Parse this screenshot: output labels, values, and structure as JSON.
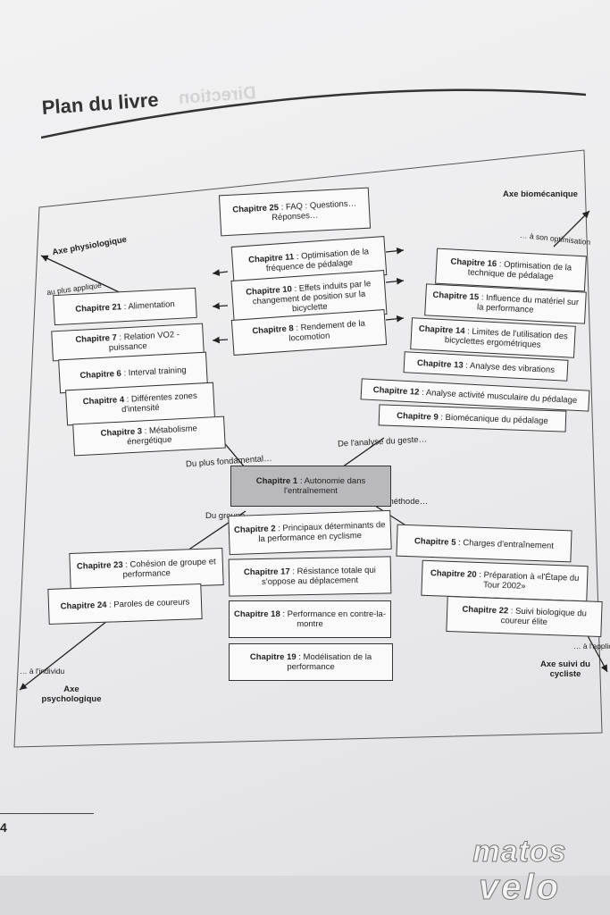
{
  "page_title": "Plan du livre",
  "ghost_title": "Direction",
  "page_number": "4",
  "axes": {
    "physio": "Axe physiologique",
    "physio_note": "au plus appliqué",
    "biomeca": "Axe biomécanique",
    "biomeca_note": "… à son optimisation",
    "psycho": "Axe psychologique",
    "psycho_note": "… à l'individu",
    "suivi": "Axe suivi du cycliste",
    "suivi_note": "… à l'applique"
  },
  "connectors": {
    "fondamental": "Du plus fondamental…",
    "geste": "De l'analyse du geste…",
    "groupe": "Du groupe…",
    "methode": "De la méthode…"
  },
  "chapters": {
    "c25": {
      "num": "Chapitre 25",
      "title": " : FAQ : Questions… Réponses…"
    },
    "c11": {
      "num": "Chapitre 11",
      "title": " : Optimisation de la fréquence de pédalage"
    },
    "c10": {
      "num": "Chapitre 10",
      "title": " : Effets induits par le changement de position sur la bicyclette"
    },
    "c8": {
      "num": "Chapitre 8",
      "title": " : Rendement de la locomotion"
    },
    "c21": {
      "num": "Chapitre 21",
      "title": " : Alimentation"
    },
    "c7": {
      "num": "Chapitre 7",
      "title": " : Relation VO2 - puissance"
    },
    "c6": {
      "num": "Chapitre 6",
      "title": " : Interval training"
    },
    "c4": {
      "num": "Chapitre 4",
      "title": " : Différentes zones d'intensité"
    },
    "c3": {
      "num": "Chapitre 3",
      "title": " : Métabolisme énergétique"
    },
    "c16": {
      "num": "Chapitre 16",
      "title": " : Optimisation de la technique de pédalage"
    },
    "c15": {
      "num": "Chapitre 15",
      "title": " : Influence du matériel sur la performance"
    },
    "c14": {
      "num": "Chapitre 14",
      "title": " : Limites de l'utilisation des bicyclettes ergométriques"
    },
    "c13": {
      "num": "Chapitre 13",
      "title": " : Analyse des vibrations"
    },
    "c12": {
      "num": "Chapitre 12",
      "title": " : Analyse activité musculaire du pédalage"
    },
    "c9": {
      "num": "Chapitre 9",
      "title": " : Biomécanique du pédalage"
    },
    "c1": {
      "num": "Chapitre 1",
      "title": " : Autonomie dans l'entraînement"
    },
    "c2": {
      "num": "Chapitre 2",
      "title": " : Principaux déterminants de la performance en cyclisme"
    },
    "c17": {
      "num": "Chapitre 17",
      "title": " : Résistance totale qui s'oppose au déplacement"
    },
    "c18": {
      "num": "Chapitre 18",
      "title": " : Performance en contre-la-montre"
    },
    "c19": {
      "num": "Chapitre 19",
      "title": " : Modélisation de la performance"
    },
    "c23": {
      "num": "Chapitre 23",
      "title": " : Cohésion de groupe et performance"
    },
    "c24": {
      "num": "Chapitre 24",
      "title": " : Paroles de coureurs"
    },
    "c5": {
      "num": "Chapitre 5",
      "title": " : Charges d'entraînement"
    },
    "c20": {
      "num": "Chapitre 20",
      "title": " : Préparation à «l'Étape du Tour 2002»"
    },
    "c22": {
      "num": "Chapitre 22",
      "title": " : Suivi biologique du coureur élite"
    }
  },
  "logo": {
    "line1": "matos",
    "line2": "velo"
  }
}
